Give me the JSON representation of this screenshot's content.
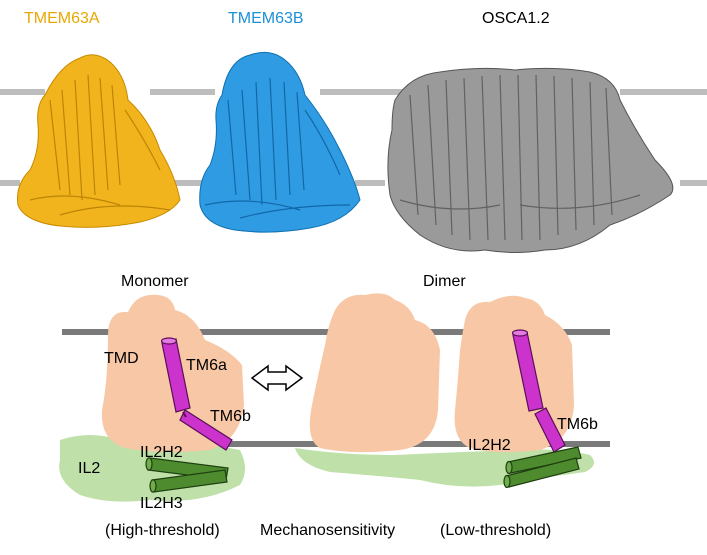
{
  "structures": [
    {
      "label": "TMEM63A",
      "color": "#E8A800"
    },
    {
      "label": "TMEM63B",
      "color": "#1E90D8"
    },
    {
      "label": "OSCA1.2",
      "color": "#000000"
    }
  ],
  "model": {
    "monomer_title": "Monomer",
    "dimer_title": "Dimer",
    "tmd": "TMD",
    "tm6a": "TM6a",
    "tm6b_left": "TM6b",
    "tm6b_right": "TM6b",
    "il2h2_left": "IL2H2",
    "il2h2_right": "IL2H2",
    "il2h3": "IL2H3",
    "il2": "IL2"
  },
  "captions": {
    "high": "(High-threshold)",
    "mechano": "Mechanosensitivity",
    "low": "(Low-threshold)"
  },
  "colors": {
    "membrane": "#BDBDBD",
    "membrane_dark": "#7A7A7A",
    "protein_body": "#F8C7A6",
    "il2_region": "#BFE0A8",
    "tm_helix": "#CC33CC",
    "il2_helix": "#4E8B2E",
    "tmem63a": "#E8A800",
    "tmem63b": "#1E90D8",
    "osca": "#888888"
  }
}
